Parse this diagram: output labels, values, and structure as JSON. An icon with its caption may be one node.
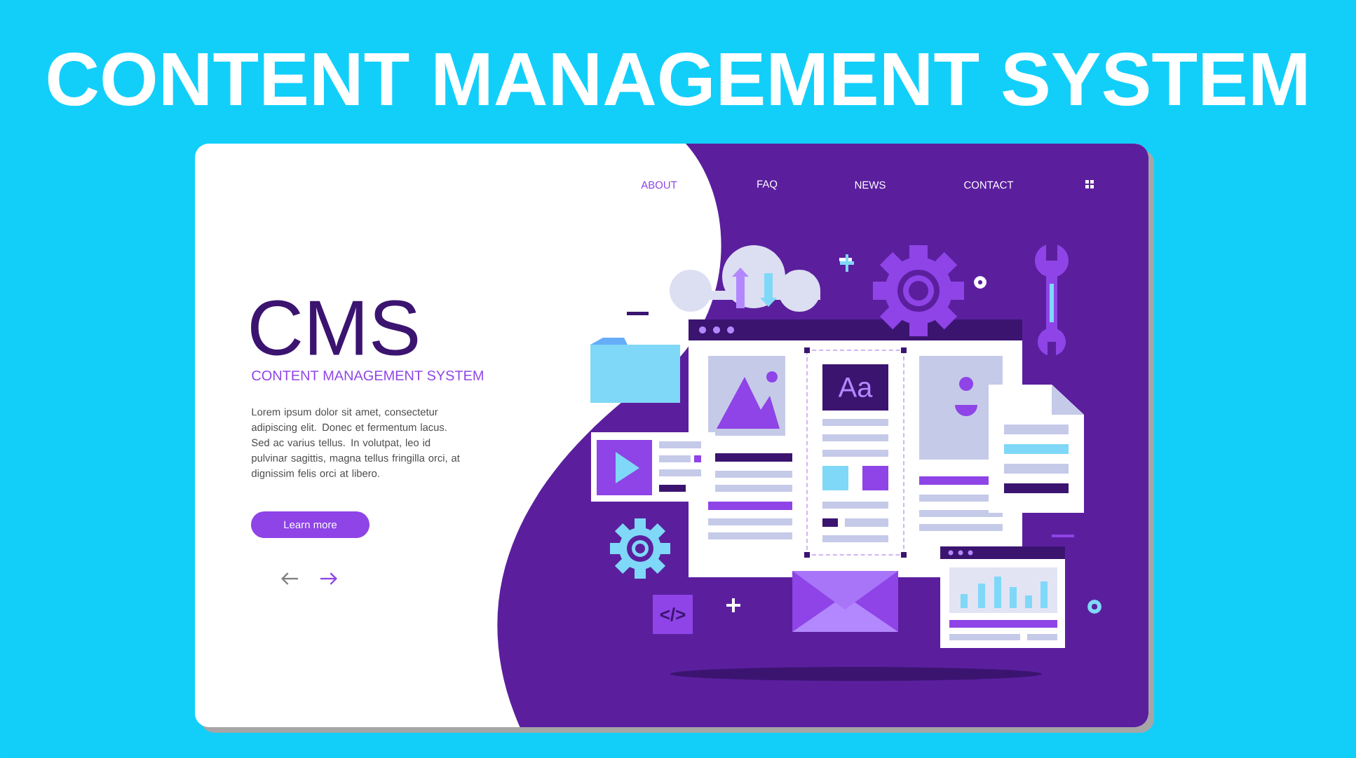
{
  "diagram": {
    "title": "CONTENT MANAGEMENT SYSTEM",
    "nodes": [
      {
        "text": [
          "Learn more"
        ]
      }
    ],
    "labels": [
      "ABOUT",
      "FAQ",
      "NEWS",
      "CONTACT",
      "CMS",
      "CONTENT MANAGEMENT SYSTEM",
      "Lorem ipsum dolor sit amet, consectetur adipiscing elit. Donec et fermentum lacus. Sed ac varius tellus. In volutpat, leo id pulvinar sagittis, magna tellus fringilla orci, at dignissim felis orci at libero.",
      "Aa",
      "</>"
    ]
  }
}
